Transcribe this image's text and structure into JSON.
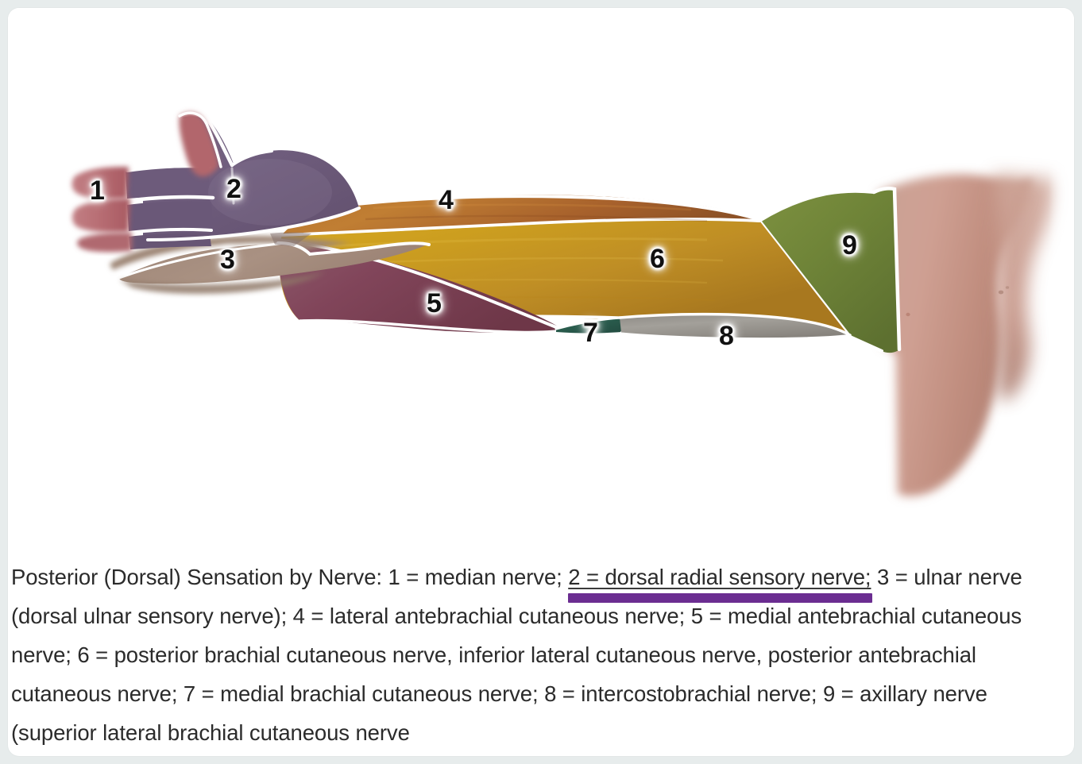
{
  "figure": {
    "title": "Posterior (Dorsal) Sensation by Nerve dermatome illustration of right upper limb",
    "alt": "Dorsal view of hand, forearm, arm and shoulder with nine colored cutaneous nerve territories labeled 1 through 9",
    "labels": [
      {
        "id": "1",
        "text": "1",
        "region": "median nerve fingertips",
        "color": "#c0737a"
      },
      {
        "id": "2",
        "text": "2",
        "region": "dorsal radial sensory nerve hand dorsum",
        "color": "#6f5d7e"
      },
      {
        "id": "3",
        "text": "3",
        "region": "ulnar nerve (dorsal ulnar sensory) hand",
        "color": "#a18b7d"
      },
      {
        "id": "4",
        "text": "4",
        "region": "lateral antebrachial cutaneous nerve",
        "color": "#b86a33"
      },
      {
        "id": "5",
        "text": "5",
        "region": "medial antebrachial cutaneous nerve",
        "color": "#8a4f62"
      },
      {
        "id": "6",
        "text": "6",
        "region": "posterior brachial / antebrachial cutaneous nerve",
        "color": "#cf9f22"
      },
      {
        "id": "7",
        "text": "7",
        "region": "medial brachial cutaneous nerve",
        "color": "#2e6354"
      },
      {
        "id": "8",
        "text": "8",
        "region": "intercostobrachial nerve",
        "color": "#9e9a94"
      },
      {
        "id": "9",
        "text": "9",
        "region": "axillary nerve (superior lateral brachial cutaneous)",
        "color": "#748a38"
      }
    ],
    "skin_color": "#c39080",
    "outline_color": "#ffffff"
  },
  "caption": {
    "part1": "Posterior (Dorsal) Sensation by Nerve: 1 = median nerve; ",
    "highlight": "2 = dorsal radial sensory nerve;",
    "part2": " 3 = ulnar nerve (dorsal ulnar sensory nerve); 4 = lateral antebrachial cutaneous nerve; 5 = medial antebrachial cutaneous nerve; 6 = posterior brachial cutaneous nerve, inferior lateral cutaneous nerve, posterior antebrachial cutaneous nerve; 7 = medial brachial cutaneous nerve; 8 = intercostobrachial nerve; 9 = axillary nerve (superior lateral brachial cutaneous nerve",
    "highlight_color": "#6b2d91"
  },
  "colors": {
    "page_background": "#e7ecec",
    "card_background": "#ffffff",
    "text": "#2b2b2b",
    "highlight": "#6b2d91"
  }
}
